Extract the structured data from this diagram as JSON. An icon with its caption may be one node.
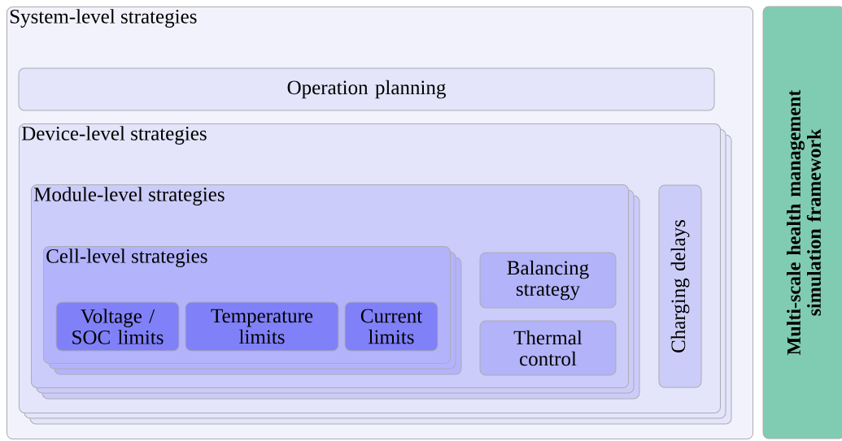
{
  "diagram": {
    "nodes": [
      {
        "text": [
          "System-level strategies"
        ]
      },
      {
        "text": [
          "Operation planning"
        ],
        "in": 0
      },
      {
        "text": [
          "Device-level strategies"
        ],
        "in": 0
      },
      {
        "text": [
          "Module-level strategies"
        ],
        "in": 2
      },
      {
        "text": [
          "Cell-level strategies"
        ],
        "in": 3
      },
      {
        "text": [
          "Voltage / SOC limits"
        ],
        "in": 4
      },
      {
        "text": [
          "Temperature limits"
        ],
        "in": 4
      },
      {
        "text": [
          "Current limits"
        ],
        "in": 4
      },
      {
        "text": [
          "Balancing strategy"
        ],
        "in": 3
      },
      {
        "text": [
          "Thermal control"
        ],
        "in": 3
      },
      {
        "text": [
          "Charging delays"
        ],
        "in": 2
      },
      {
        "text": [
          "Multi-scale health management simulation framework"
        ]
      }
    ]
  }
}
